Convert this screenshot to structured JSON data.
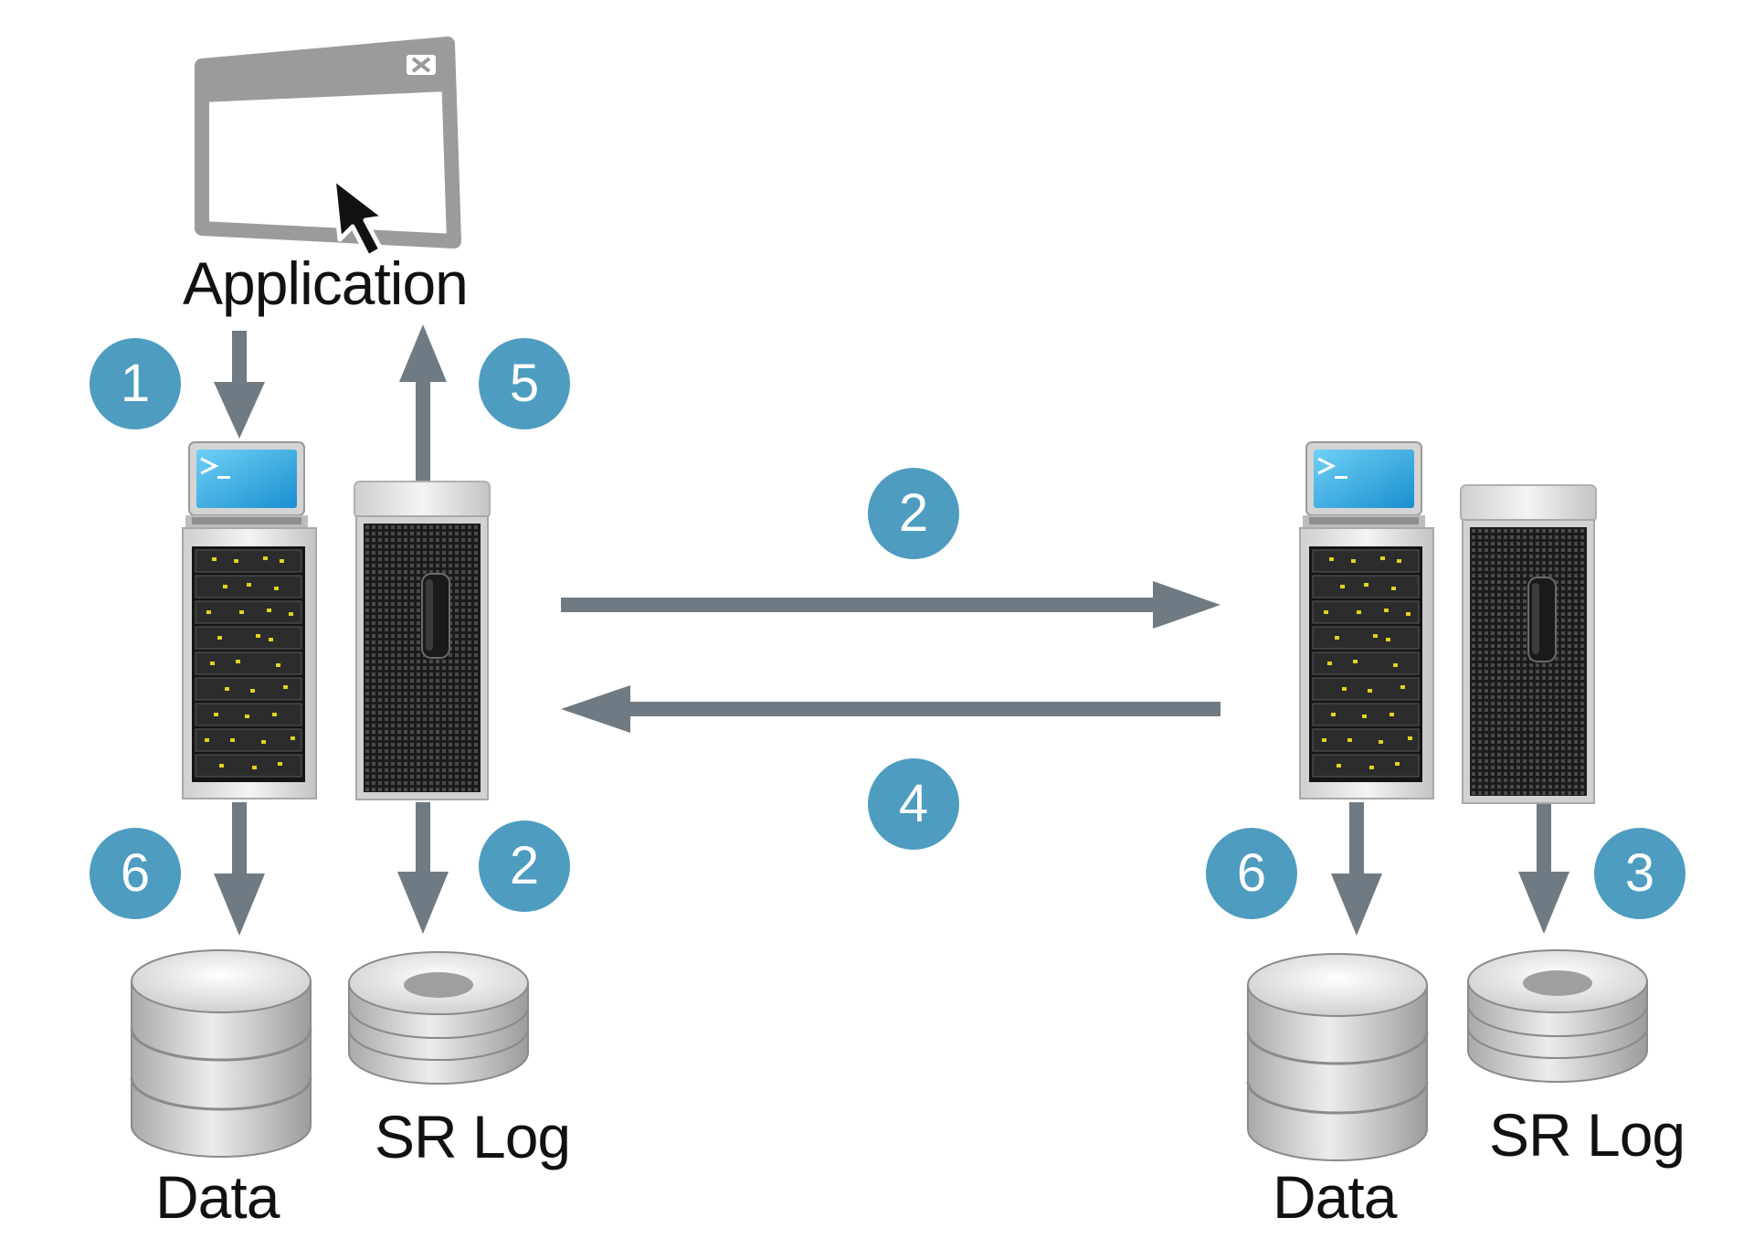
{
  "labels": {
    "application": "Application",
    "left_data": "Data",
    "left_srlog": "SR Log",
    "right_data": "Data",
    "right_srlog": "SR Log"
  },
  "badges": {
    "b1": "1",
    "b5": "5",
    "b2_top": "2",
    "b4": "4",
    "b6_left": "6",
    "b2_left": "2",
    "b6_right": "6",
    "b3": "3"
  },
  "colors": {
    "badge": "#4e9cc0",
    "arrow": "#707a82",
    "window_frame": "#9b9b9b",
    "screen": "#29a4e0",
    "led": "#e4d21f"
  },
  "icons": {
    "application": "application-window-icon",
    "cursor": "mouse-pointer-icon",
    "server": "rack-server-icon",
    "tower": "tower-server-icon",
    "data_store": "database-cylinder-icon",
    "log_store": "disk-stack-icon"
  }
}
